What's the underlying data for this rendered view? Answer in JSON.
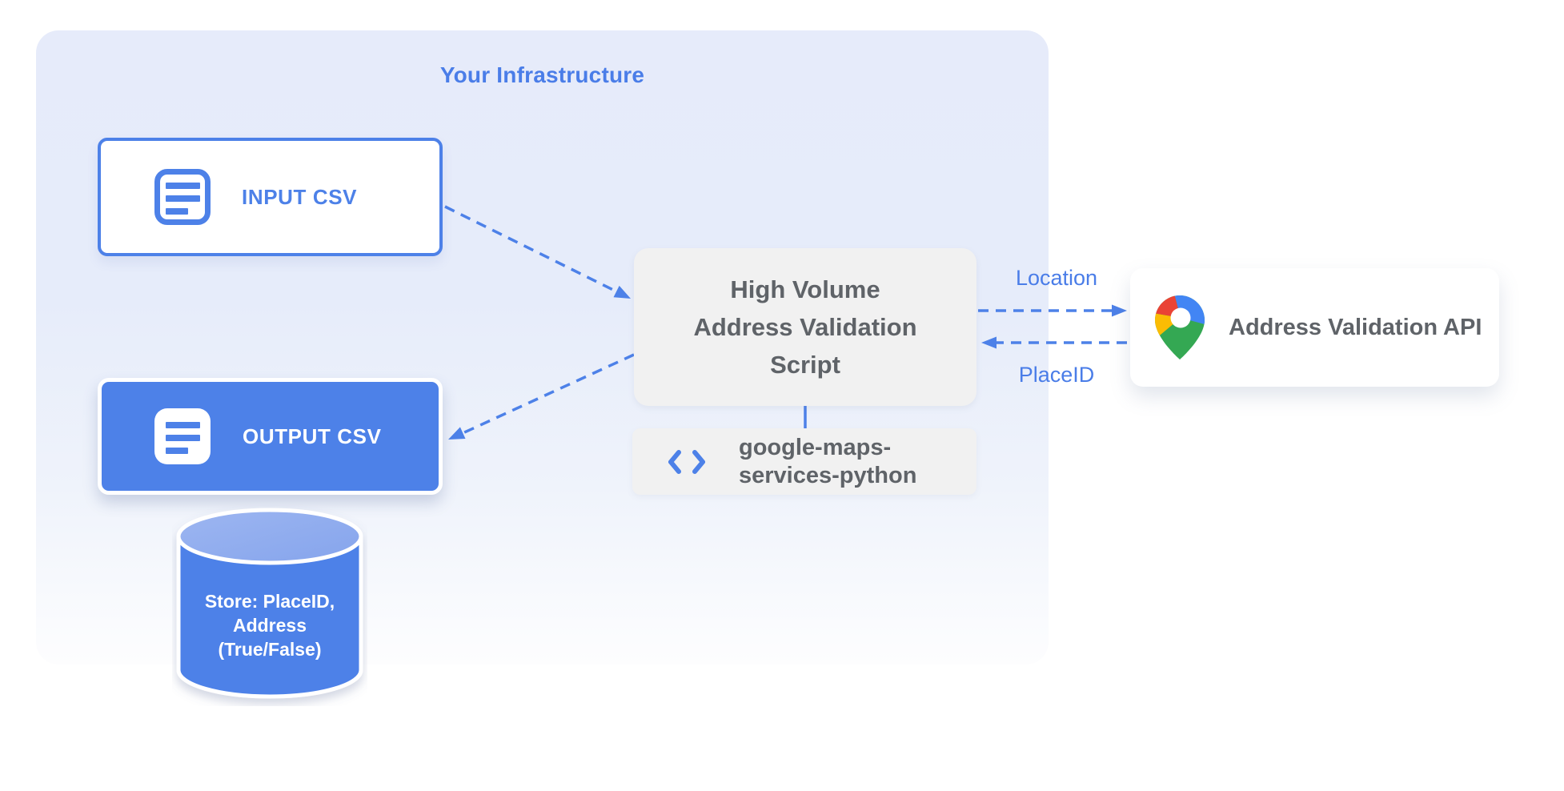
{
  "infrastructure": {
    "title": "Your Infrastructure"
  },
  "nodes": {
    "input_csv": {
      "label": "INPUT CSV",
      "icon": "csv-document-icon"
    },
    "output_csv": {
      "label": "OUTPUT CSV",
      "icon": "csv-document-icon"
    },
    "datastore": {
      "label": "Store: PlaceID,\nAddress\n(True/False)",
      "shape": "database-cylinder"
    },
    "script": {
      "label": "High Volume\nAddress Validation\nScript"
    },
    "library": {
      "label": "google-maps-\nservices-python",
      "icon": "code-icon"
    },
    "api": {
      "label": "Address Validation API",
      "icon": "google-maps-pin-icon"
    }
  },
  "edges": {
    "input_to_script": {
      "style": "dashed-arrow"
    },
    "script_to_output": {
      "style": "dashed-arrow"
    },
    "script_to_api": {
      "label": "Location",
      "style": "dashed-arrow"
    },
    "api_to_script": {
      "label": "PlaceID",
      "style": "dashed-arrow"
    },
    "script_to_library": {
      "style": "solid-line"
    }
  },
  "colors": {
    "accent_blue": "#4D81E8",
    "title_blue": "#4A7DE8",
    "cylinder_top_blue": "#8FADEE",
    "container_bg_top": "#E6EBFA",
    "container_bg_bottom": "#FDFDFE",
    "box_gray": "#F1F1F1",
    "text_gray": "#5F6368",
    "pin_red": "#EA4335",
    "pin_blue": "#4285F4",
    "pin_yellow": "#FBBC04",
    "pin_green": "#34A853"
  }
}
